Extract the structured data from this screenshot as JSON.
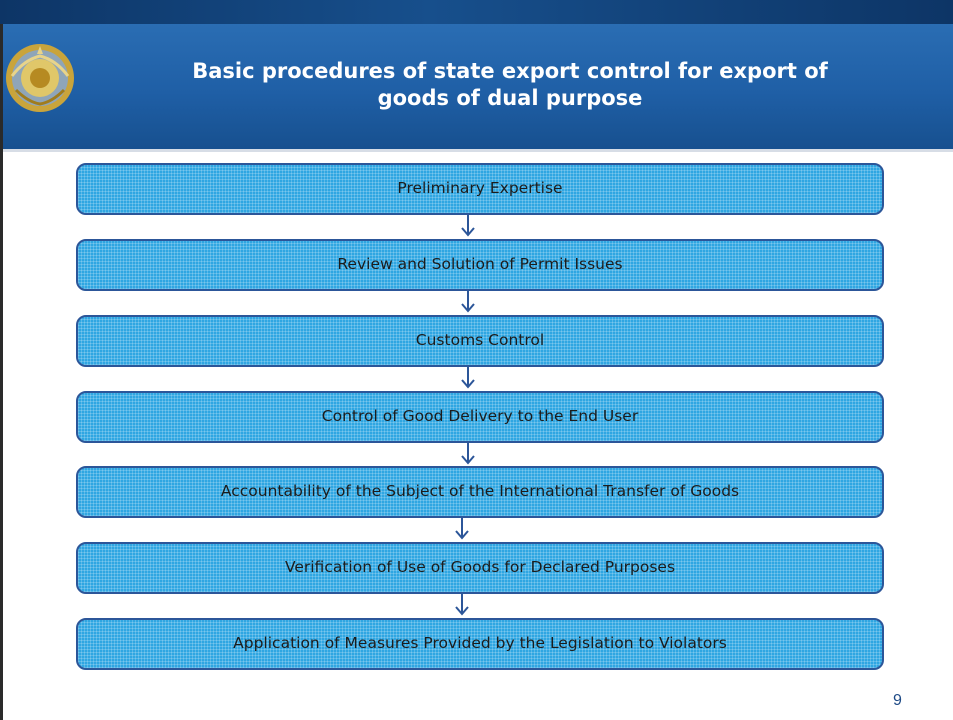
{
  "header": {
    "title_line1": "Basic procedures of state export control for export of",
    "title_line2": "goods of dual purpose"
  },
  "flowchart": {
    "steps": [
      {
        "label": "Preliminary Expertise"
      },
      {
        "label": "Review and Solution of Permit Issues"
      },
      {
        "label": "Customs Control"
      },
      {
        "label": "Control of Good Delivery to the End User"
      },
      {
        "label": "Accountability of the Subject of the International Transfer of Goods"
      },
      {
        "label": "Verification of Use of Goods for Declared Purposes"
      },
      {
        "label": "Application of Measures Provided by the Legislation to Violators"
      }
    ]
  },
  "footer": {
    "page_number": "9"
  },
  "colors": {
    "box_fill": "#2fa6e2",
    "box_border": "#2c5699",
    "arrow": "#2c5699",
    "header": "#1f5fa6"
  }
}
